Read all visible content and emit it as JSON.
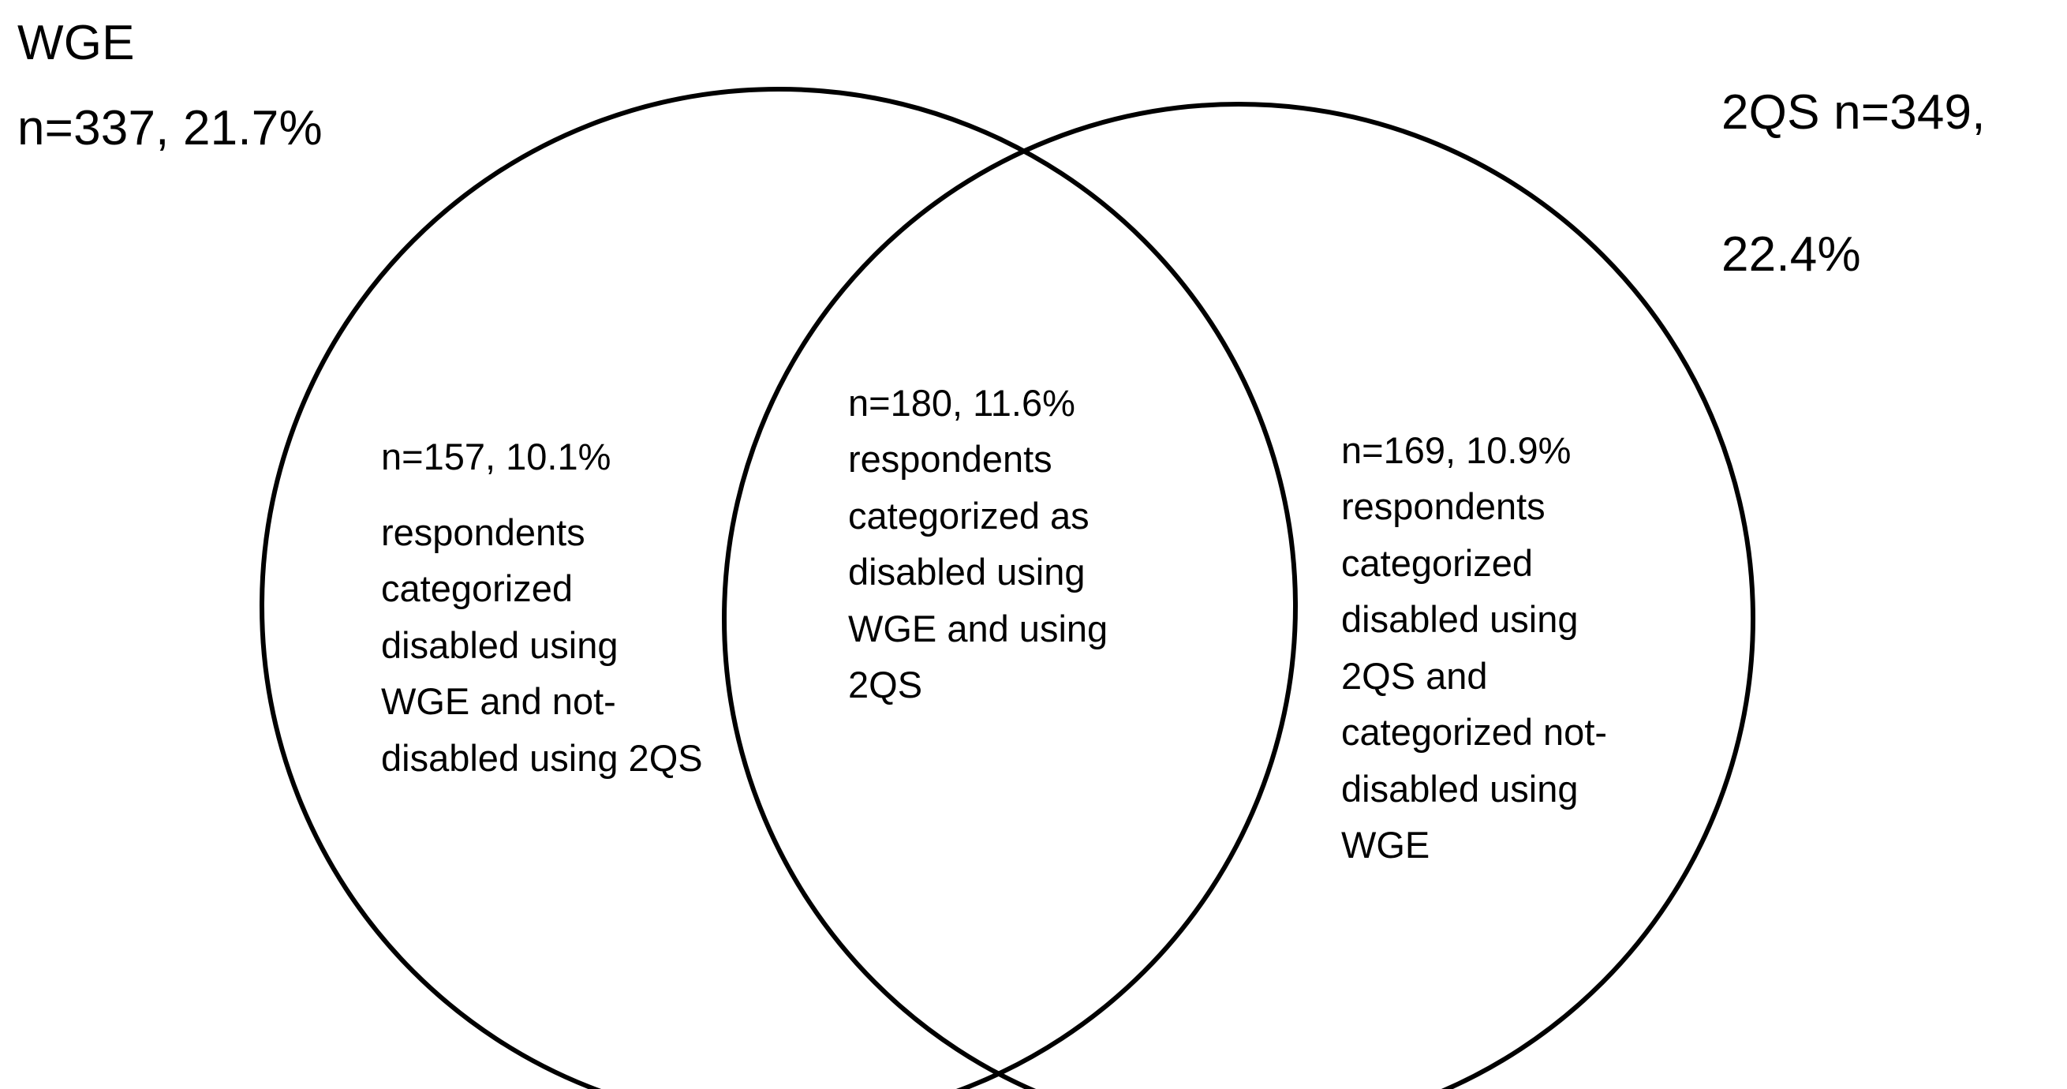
{
  "figure": {
    "type": "venn-diagram-2-set",
    "background_color": "#ffffff",
    "stroke_color": "#000000"
  },
  "sets": {
    "left": {
      "title": "WGE",
      "count_line": "n=337, 21.7%",
      "n": 337,
      "percent": "21.7%"
    },
    "right": {
      "line1": "2QS n=349,",
      "line2": "22.4%",
      "n": 349,
      "percent": "22.4%"
    }
  },
  "regions": {
    "left_only": {
      "header": "n=157, 10.1%",
      "n": 157,
      "percent": "10.1%",
      "lines": [
        "respondents",
        "categorized",
        "disabled using",
        "WGE and not-",
        "disabled using 2QS"
      ]
    },
    "intersection": {
      "header": "n=180, 11.6%",
      "n": 180,
      "percent": "11.6%",
      "lines": [
        "respondents",
        "categorized as",
        "disabled using",
        "WGE and using",
        "2QS"
      ]
    },
    "right_only": {
      "header": "n=169, 10.9%",
      "n": 169,
      "percent": "10.9%",
      "lines": [
        "respondents",
        "categorized",
        "disabled using",
        "2QS and",
        "categorized not-",
        "disabled using",
        "WGE"
      ]
    }
  },
  "chart_data": {
    "type": "venn",
    "title": "",
    "sets": [
      "WGE",
      "2QS"
    ],
    "set_totals": {
      "WGE": 337,
      "2QS": 349
    },
    "set_total_percents": {
      "WGE": "21.7%",
      "2QS": "22.4%"
    },
    "regions": [
      {
        "label": "WGE only",
        "n": 157,
        "percent": "10.1%",
        "description": "respondents categorized disabled using WGE and not-disabled using 2QS"
      },
      {
        "label": "WGE ∩ 2QS",
        "n": 180,
        "percent": "11.6%",
        "description": "respondents categorized as disabled using WGE and using 2QS"
      },
      {
        "label": "2QS only",
        "n": 169,
        "percent": "10.9%",
        "description": "respondents categorized disabled using 2QS and categorized not-disabled using WGE"
      }
    ],
    "legend": "none",
    "grid": false
  }
}
